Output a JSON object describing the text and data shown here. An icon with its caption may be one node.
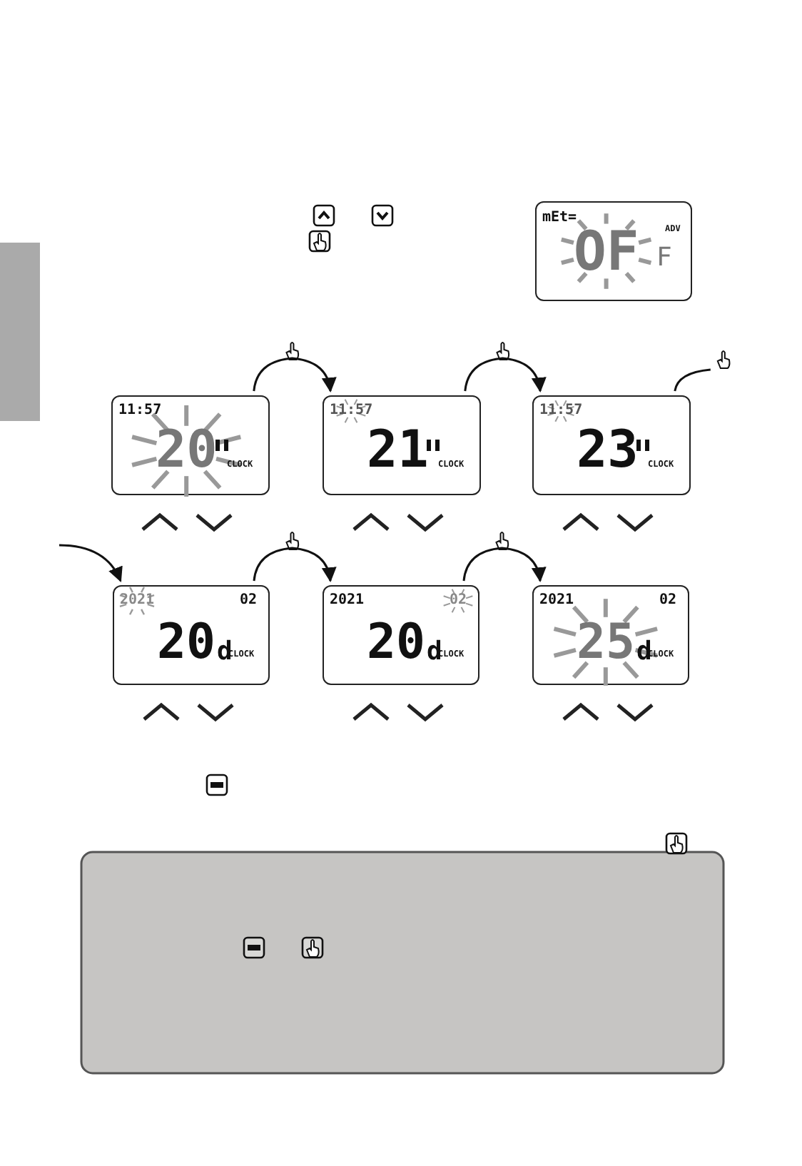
{
  "diagram": {
    "nodes": [
      {
        "text": [],
        "shape": "bar"
      },
      {
        "text": [
          "mEt=",
          "OF",
          "F",
          "ADV"
        ]
      },
      {
        "text": [
          "11:57",
          "20",
          "CLOCK"
        ]
      },
      {
        "text": [
          "11:57",
          "21",
          "CLOCK"
        ]
      },
      {
        "text": [
          "11:57",
          "23",
          "CLOCK"
        ]
      },
      {
        "text": [
          "2021",
          "02",
          "20",
          "d",
          "CLOCK"
        ]
      },
      {
        "text": [
          "2021",
          "02",
          "20",
          "d",
          "CLOCK"
        ]
      },
      {
        "text": [
          "2021",
          "02",
          "25",
          "d",
          "CLOCK"
        ]
      }
    ],
    "edges": [
      {
        "from": 2,
        "to": 3,
        "arrow": "to"
      },
      {
        "from": 3,
        "to": 4,
        "arrow": "to"
      },
      {
        "from": 4,
        "to": null,
        "arrow": "none"
      },
      {
        "from": null,
        "to": 5,
        "arrow": "to"
      },
      {
        "from": 5,
        "to": 6,
        "arrow": "to"
      },
      {
        "from": 6,
        "to": 7,
        "arrow": "to"
      }
    ]
  }
}
